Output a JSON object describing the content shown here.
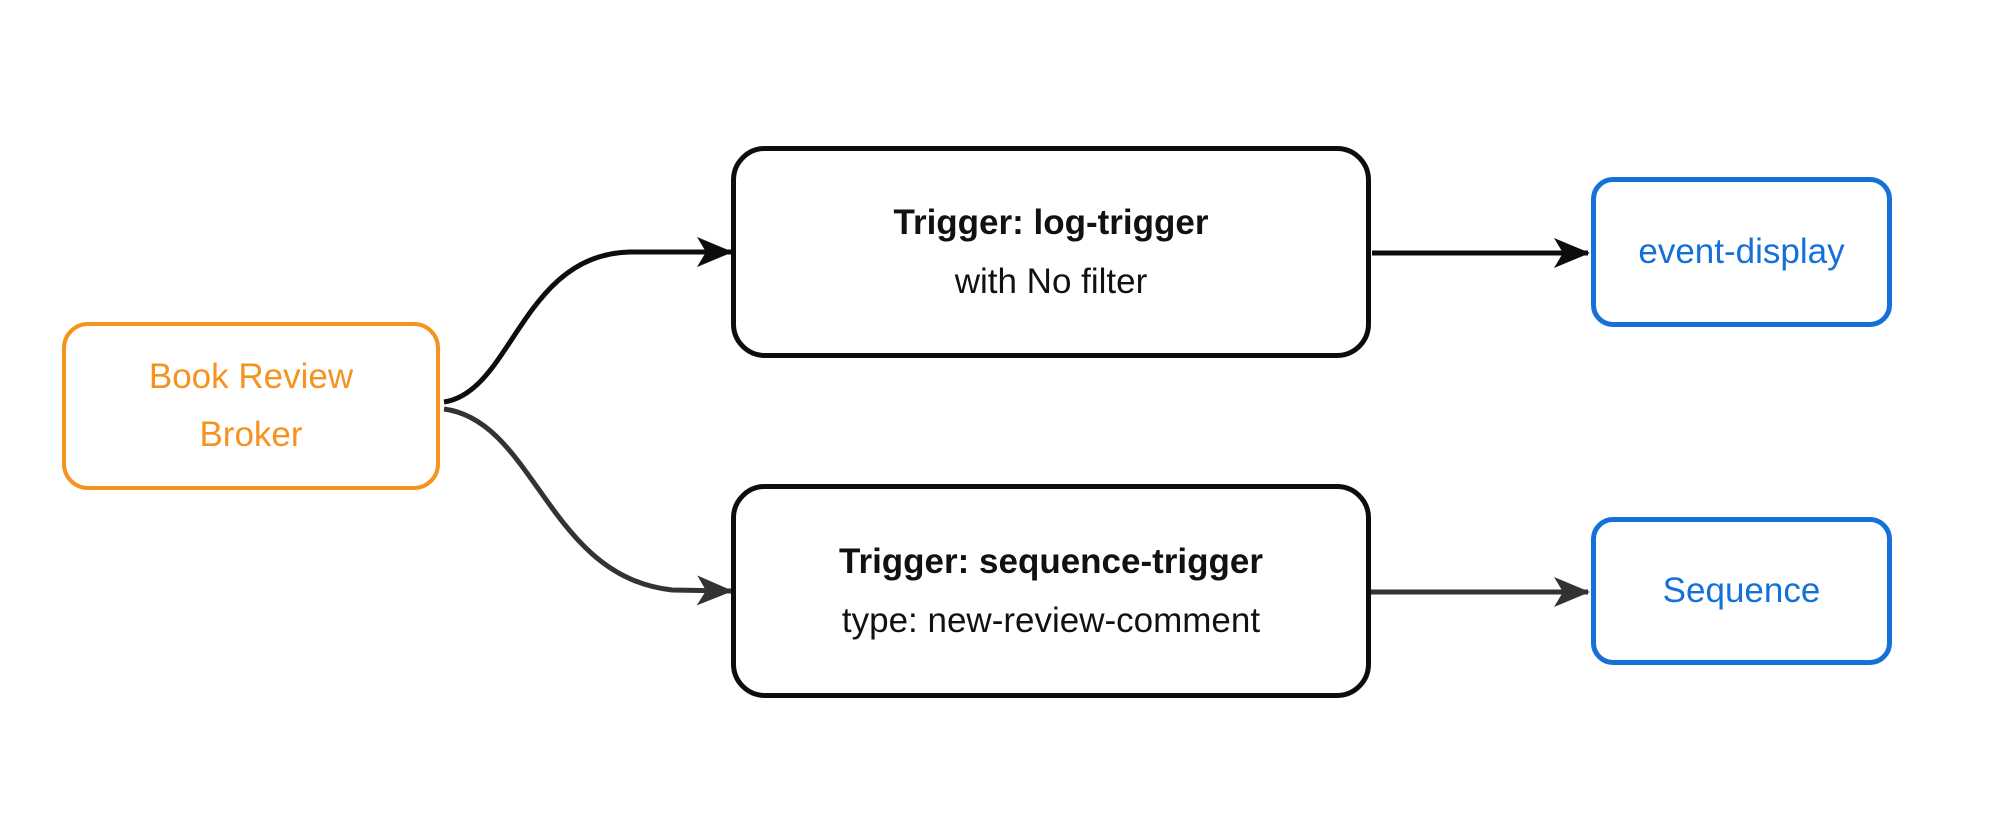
{
  "diagram": {
    "background_color": "#ffffff",
    "nodes": {
      "broker": {
        "lines": [
          "Book Review",
          "Broker"
        ],
        "label": "Book Review Broker",
        "border_color": "#F6921E",
        "text_color": "#F6921E",
        "shape": "rounded-rectangle"
      },
      "log_trigger": {
        "title": "Trigger: log-trigger",
        "subtitle": "with No filter",
        "border_color": "#0d0d0d",
        "text_color": "#111111",
        "shape": "rounded-rectangle"
      },
      "sequence_trigger": {
        "title": "Trigger: sequence-trigger",
        "subtitle": "type: new-review-comment",
        "border_color": "#0d0d0d",
        "text_color": "#111111",
        "shape": "rounded-rectangle"
      },
      "event_display": {
        "label": "event-display",
        "border_color": "#1570D8",
        "text_color": "#1570D8",
        "shape": "rounded-rectangle"
      },
      "sequence": {
        "label": "Sequence",
        "border_color": "#1570D8",
        "text_color": "#1570D8",
        "shape": "rounded-rectangle"
      }
    },
    "edges": [
      {
        "from": "broker",
        "to": "log_trigger",
        "style": "curved-arrow",
        "color": "#0d0d0d"
      },
      {
        "from": "broker",
        "to": "sequence_trigger",
        "style": "curved-arrow",
        "color": "#333333"
      },
      {
        "from": "log_trigger",
        "to": "event_display",
        "style": "straight-arrow",
        "color": "#0d0d0d"
      },
      {
        "from": "sequence_trigger",
        "to": "sequence",
        "style": "straight-arrow",
        "color": "#333333"
      }
    ]
  }
}
